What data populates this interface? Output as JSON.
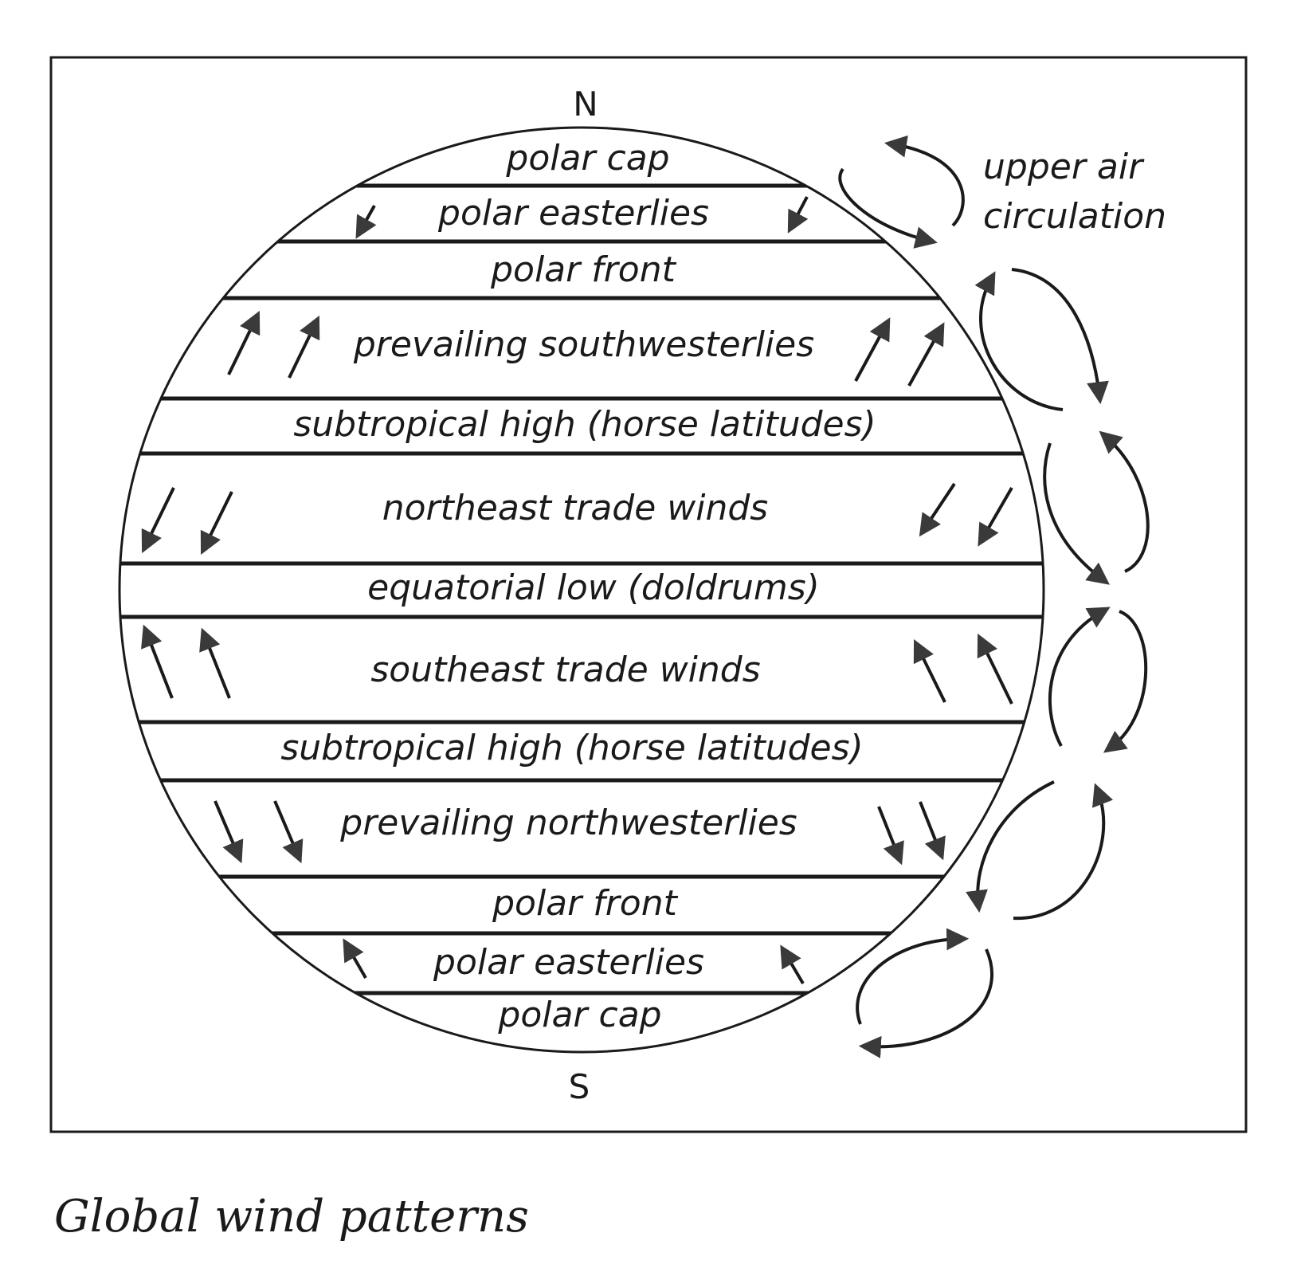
{
  "poles": {
    "north": "N",
    "south": "S"
  },
  "bands": [
    "polar cap",
    "polar easterlies",
    "polar front",
    "prevailing southwesterlies",
    "subtropical high (horse latitudes)",
    "northeast trade winds",
    "equatorial low (doldrums)",
    "southeast trade winds",
    "subtropical high (horse latitudes)",
    "prevailing northwesterlies",
    "polar front",
    "polar easterlies",
    "polar cap"
  ],
  "upper_air": {
    "line1": "upper air",
    "line2": "circulation"
  },
  "caption": "Global wind patterns",
  "colors": {
    "ink": "#1a1a1a",
    "arrowhead": "#3a3a3a",
    "background": "#ffffff"
  },
  "wind_arrows": {
    "polar easterlies (north)": "southwest",
    "prevailing southwesterlies": "northeast",
    "northeast trade winds": "southwest",
    "southeast trade winds": "northwest",
    "prevailing northwesterlies": "southeast",
    "polar easterlies (south)": "northwest"
  }
}
